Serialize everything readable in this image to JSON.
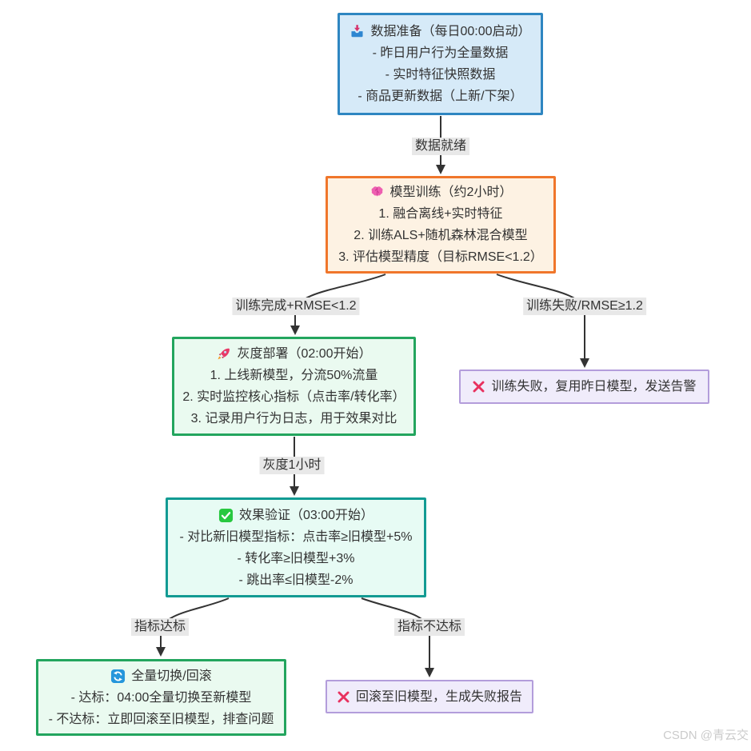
{
  "watermark": "CSDN @青云交",
  "colors": {
    "blue_border": "#2e86c1",
    "blue_bg": "#d6eaf8",
    "orange_border": "#f0762b",
    "orange_bg": "#fdf2e3",
    "green_border": "#23a55e",
    "green_bg": "#eafaf0",
    "teal_border": "#129b93",
    "teal_bg": "#e7fbf4",
    "purple_border": "#b39ddb",
    "purple_bg": "#f0ecfb",
    "edge_line": "#333333",
    "edge_label_bg": "#e8e8e8",
    "text": "#333333"
  },
  "nodes": {
    "data_prep": {
      "icon": "inbox-tray-icon",
      "title": "数据准备（每日00:00启动）",
      "items": [
        "- 昨日用户行为全量数据",
        "- 实时特征快照数据",
        "- 商品更新数据（上新/下架）"
      ]
    },
    "model_train": {
      "icon": "brain-icon",
      "title": "模型训练（约2小时）",
      "items": [
        "1. 融合离线+实时特征",
        "2. 训练ALS+随机森林混合模型",
        "3. 评估模型精度（目标RMSE<1.2）"
      ]
    },
    "gray_deploy": {
      "icon": "rocket-icon",
      "title": "灰度部署（02:00开始）",
      "items": [
        "1. 上线新模型，分流50%流量",
        "2. 实时监控核心指标（点击率/转化率）",
        "3. 记录用户行为日志，用于效果对比"
      ]
    },
    "effect_verify": {
      "icon": "check-icon",
      "title": "效果验证（03:00开始）",
      "items": [
        "- 对比新旧模型指标：点击率≥旧模型+5%",
        "- 转化率≥旧模型+3%",
        "- 跳出率≤旧模型-2%"
      ]
    },
    "full_switch": {
      "icon": "refresh-icon",
      "title": "全量切换/回滚",
      "items": [
        "- 达标：04:00全量切换至新模型",
        "- 不达标：立即回滚至旧模型，排查问题"
      ]
    },
    "train_fail": {
      "icon": "cross-icon",
      "title": "训练失败，复用昨日模型，发送告警",
      "items": []
    },
    "rollback": {
      "icon": "cross-icon",
      "title": "回滚至旧模型，生成失败报告",
      "items": []
    }
  },
  "edges": {
    "data_ready": "数据就绪",
    "train_ok": "训练完成+RMSE<1.2",
    "train_fail": "训练失败/RMSE≥1.2",
    "gray_hour": "灰度1小时",
    "metrics_ok": "指标达标",
    "metrics_fail": "指标不达标"
  }
}
